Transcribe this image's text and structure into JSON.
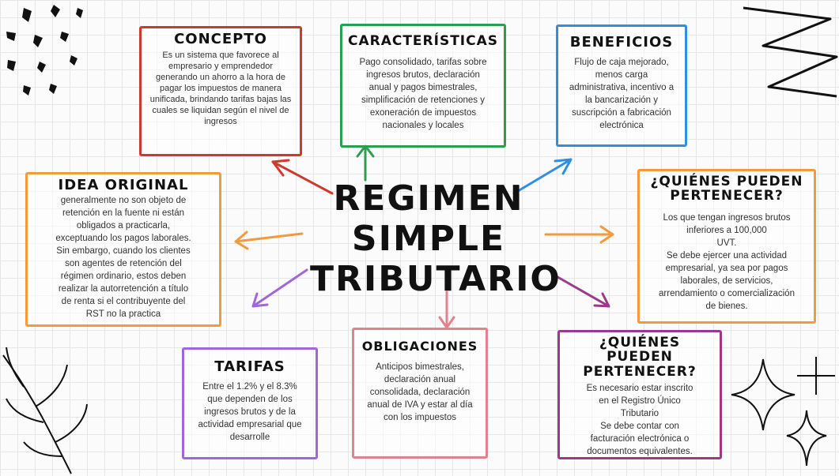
{
  "center": {
    "title": "REGIMEN\nSIMPLE\nTRIBUTARIO"
  },
  "colors": {
    "concepto": "#cc3b2e",
    "caracteristicas": "#2e9e4d",
    "beneficios": "#2f8fe0",
    "quienes": "#f19a3e",
    "idea": "#f19a3e",
    "tarifas": "#a366d6",
    "obligaciones": "#e0838f",
    "requisitos": "#9b3a8c"
  },
  "boxes": {
    "concepto": {
      "title": "CONCEPTO",
      "text": "Es un sistema que favorece al\nempresario y emprendedor\ngenerando un ahorro a la hora de\npagar los impuestos de manera\nunificada, brindando tarifas bajas las\ncuales se liquidan según el nivel de\ningresos"
    },
    "caracteristicas": {
      "title": "CARACTERÍSTICAS",
      "text": "Pago consolidado, tarifas sobre\ningresos brutos, declaración\nanual y pagos bimestrales,\nsimplificación de retenciones y\nexoneración de impuestos\nnacionales y locales"
    },
    "beneficios": {
      "title": "BENEFICIOS",
      "text": "Flujo de caja mejorado,\nmenos carga\nadministrativa, incentivo a\nla bancarización y\nsuscripción a fabricación\nelectrónica"
    },
    "quienes": {
      "title": "¿QUIÉNES PUEDEN\nPERTENECER?",
      "text": "Los  que tengan ingresos brutos\ninferiores a 100,000\nUVT.\nSe debe ejercer una actividad\nempresarial, ya sea por pagos\nlaborales, de servicios,\narrendamiento o comercialización\nde bienes."
    },
    "idea": {
      "title": "IDEA ORIGINAL",
      "text": "generalmente no son objeto de\nretención en la fuente ni están\nobligados a practicarla,\nexceptuando los pagos laborales.\nSin embargo, cuando los clientes\nson agentes de retención del\nrégimen ordinario, estos deben\nrealizar la autorretención a título\nde renta si el contribuyente del\nRST no la practica"
    },
    "tarifas": {
      "title": "TARIFAS",
      "text": "Entre el 1.2% y el 8.3%\nque dependen de los\ningresos brutos y de la\nactividad empresarial que\ndesarrolle"
    },
    "obligaciones": {
      "title": "OBLIGACIONES",
      "text": "Anticipos bimestrales,\ndeclaración anual\nconsolidada, declaración\nanual de IVA y estar al día\ncon los impuestos"
    },
    "requisitos": {
      "title": "¿QUIÉNES PUEDEN\nPERTENECER?",
      "text": "Es necesario estar inscrito\nen el Registro Único\nTributario\nSe debe contar con\nfacturación electrónica o\ndocumentos equivalentes."
    }
  }
}
